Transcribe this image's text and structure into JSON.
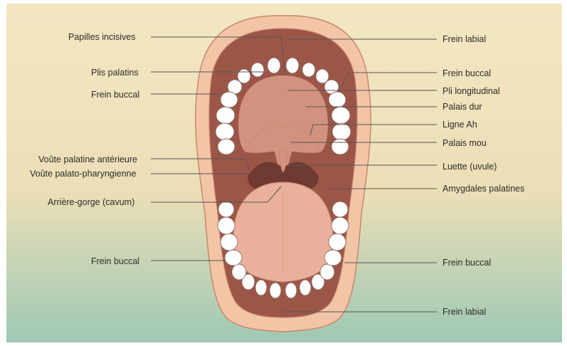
{
  "diagram": {
    "colors": {
      "background_top": "#f3e7c3",
      "background_bottom": "#9fc8b4",
      "lip": "#f2c5a7",
      "lip_outline": "#c7876d",
      "mouth_interior": "#9c5648",
      "palate": "#d2927f",
      "tongue": "#e9b19b",
      "teeth": "#ffffff",
      "tooth_outline": "#8c6a5e",
      "leader_line": "#555555"
    },
    "labels_left": [
      {
        "id": "papilles-incisives",
        "text": "Papilles incisives"
      },
      {
        "id": "plis-palatins",
        "text": "Plis palatins"
      },
      {
        "id": "frein-buccal-upper-left",
        "text": "Frein buccal"
      },
      {
        "id": "voute-palatine-anterieure",
        "text": "Voûte palatine antérieure"
      },
      {
        "id": "voute-palato-pharyngienne",
        "text": "Voûte palato-pharyngienne"
      },
      {
        "id": "arriere-gorge",
        "text": "Arrière-gorge (cavum)"
      },
      {
        "id": "frein-buccal-lower-left",
        "text": "Frein buccal"
      }
    ],
    "labels_right": [
      {
        "id": "frein-labial-upper",
        "text": "Frein labial"
      },
      {
        "id": "frein-buccal-upper-right",
        "text": "Frein buccal"
      },
      {
        "id": "pli-longitudinal",
        "text": "Pli longitudinal"
      },
      {
        "id": "palais-dur",
        "text": "Palais dur"
      },
      {
        "id": "ligne-ah",
        "text": "Ligne Ah"
      },
      {
        "id": "palais-mou",
        "text": "Palais mou"
      },
      {
        "id": "luette",
        "text": "Luette (uvule)"
      },
      {
        "id": "amygdales-palatines",
        "text": "Amygdales palatines"
      },
      {
        "id": "frein-buccal-lower-right",
        "text": "Frein buccal"
      },
      {
        "id": "frein-labial-lower",
        "text": "Frein labial"
      }
    ]
  }
}
